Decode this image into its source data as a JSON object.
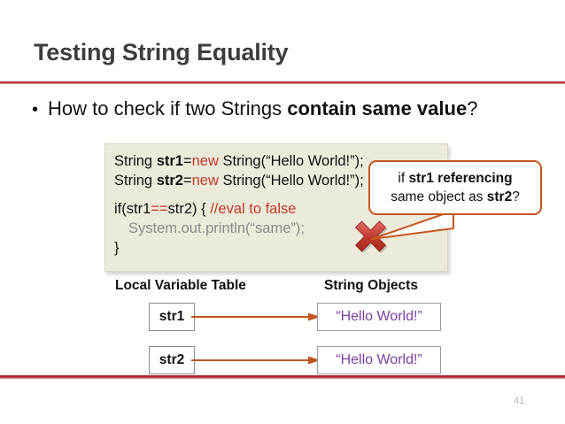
{
  "slide": {
    "title": "Testing String Equality",
    "page_number": "41",
    "accent_color": "#b8292f",
    "code_background": "#eceadb",
    "callout_border_color": "#c4561f",
    "arrow_color": "#c0561f",
    "string_object_color": "#7b3fa0",
    "keyword_color": "#c0392b"
  },
  "bullet": {
    "marker": "•",
    "text_before": "How to check if two Strings ",
    "text_bold": "contain same value",
    "text_after": "?"
  },
  "code": {
    "line1": {
      "pre": "String ",
      "var": "str1",
      "eq": "=",
      "kw": "new",
      "post": " String(“Hello World!”);"
    },
    "line2": {
      "pre": "String ",
      "var": "str2",
      "eq": "=",
      "kw": "new",
      "post": " String(“Hello World!”);"
    },
    "line3": {
      "pre": "if(str1",
      "op": "==",
      "mid": "str2) { ",
      "comment": "//eval to false"
    },
    "line4": "System.out.println(“same”);",
    "line5": "}"
  },
  "callout": {
    "line1_pre": "if ",
    "line1_bold": "str1 referencing",
    "line2_pre": "same object as ",
    "line2_bold": "str2",
    "line2_post": "?",
    "marker_icon": "red-x-mark"
  },
  "diagram": {
    "headers": {
      "left": "Local Variable Table",
      "right": "String Objects"
    },
    "rows": [
      {
        "variable": "str1",
        "object": "“Hello World!”"
      },
      {
        "variable": "str2",
        "object": "“Hello World!”"
      }
    ]
  }
}
